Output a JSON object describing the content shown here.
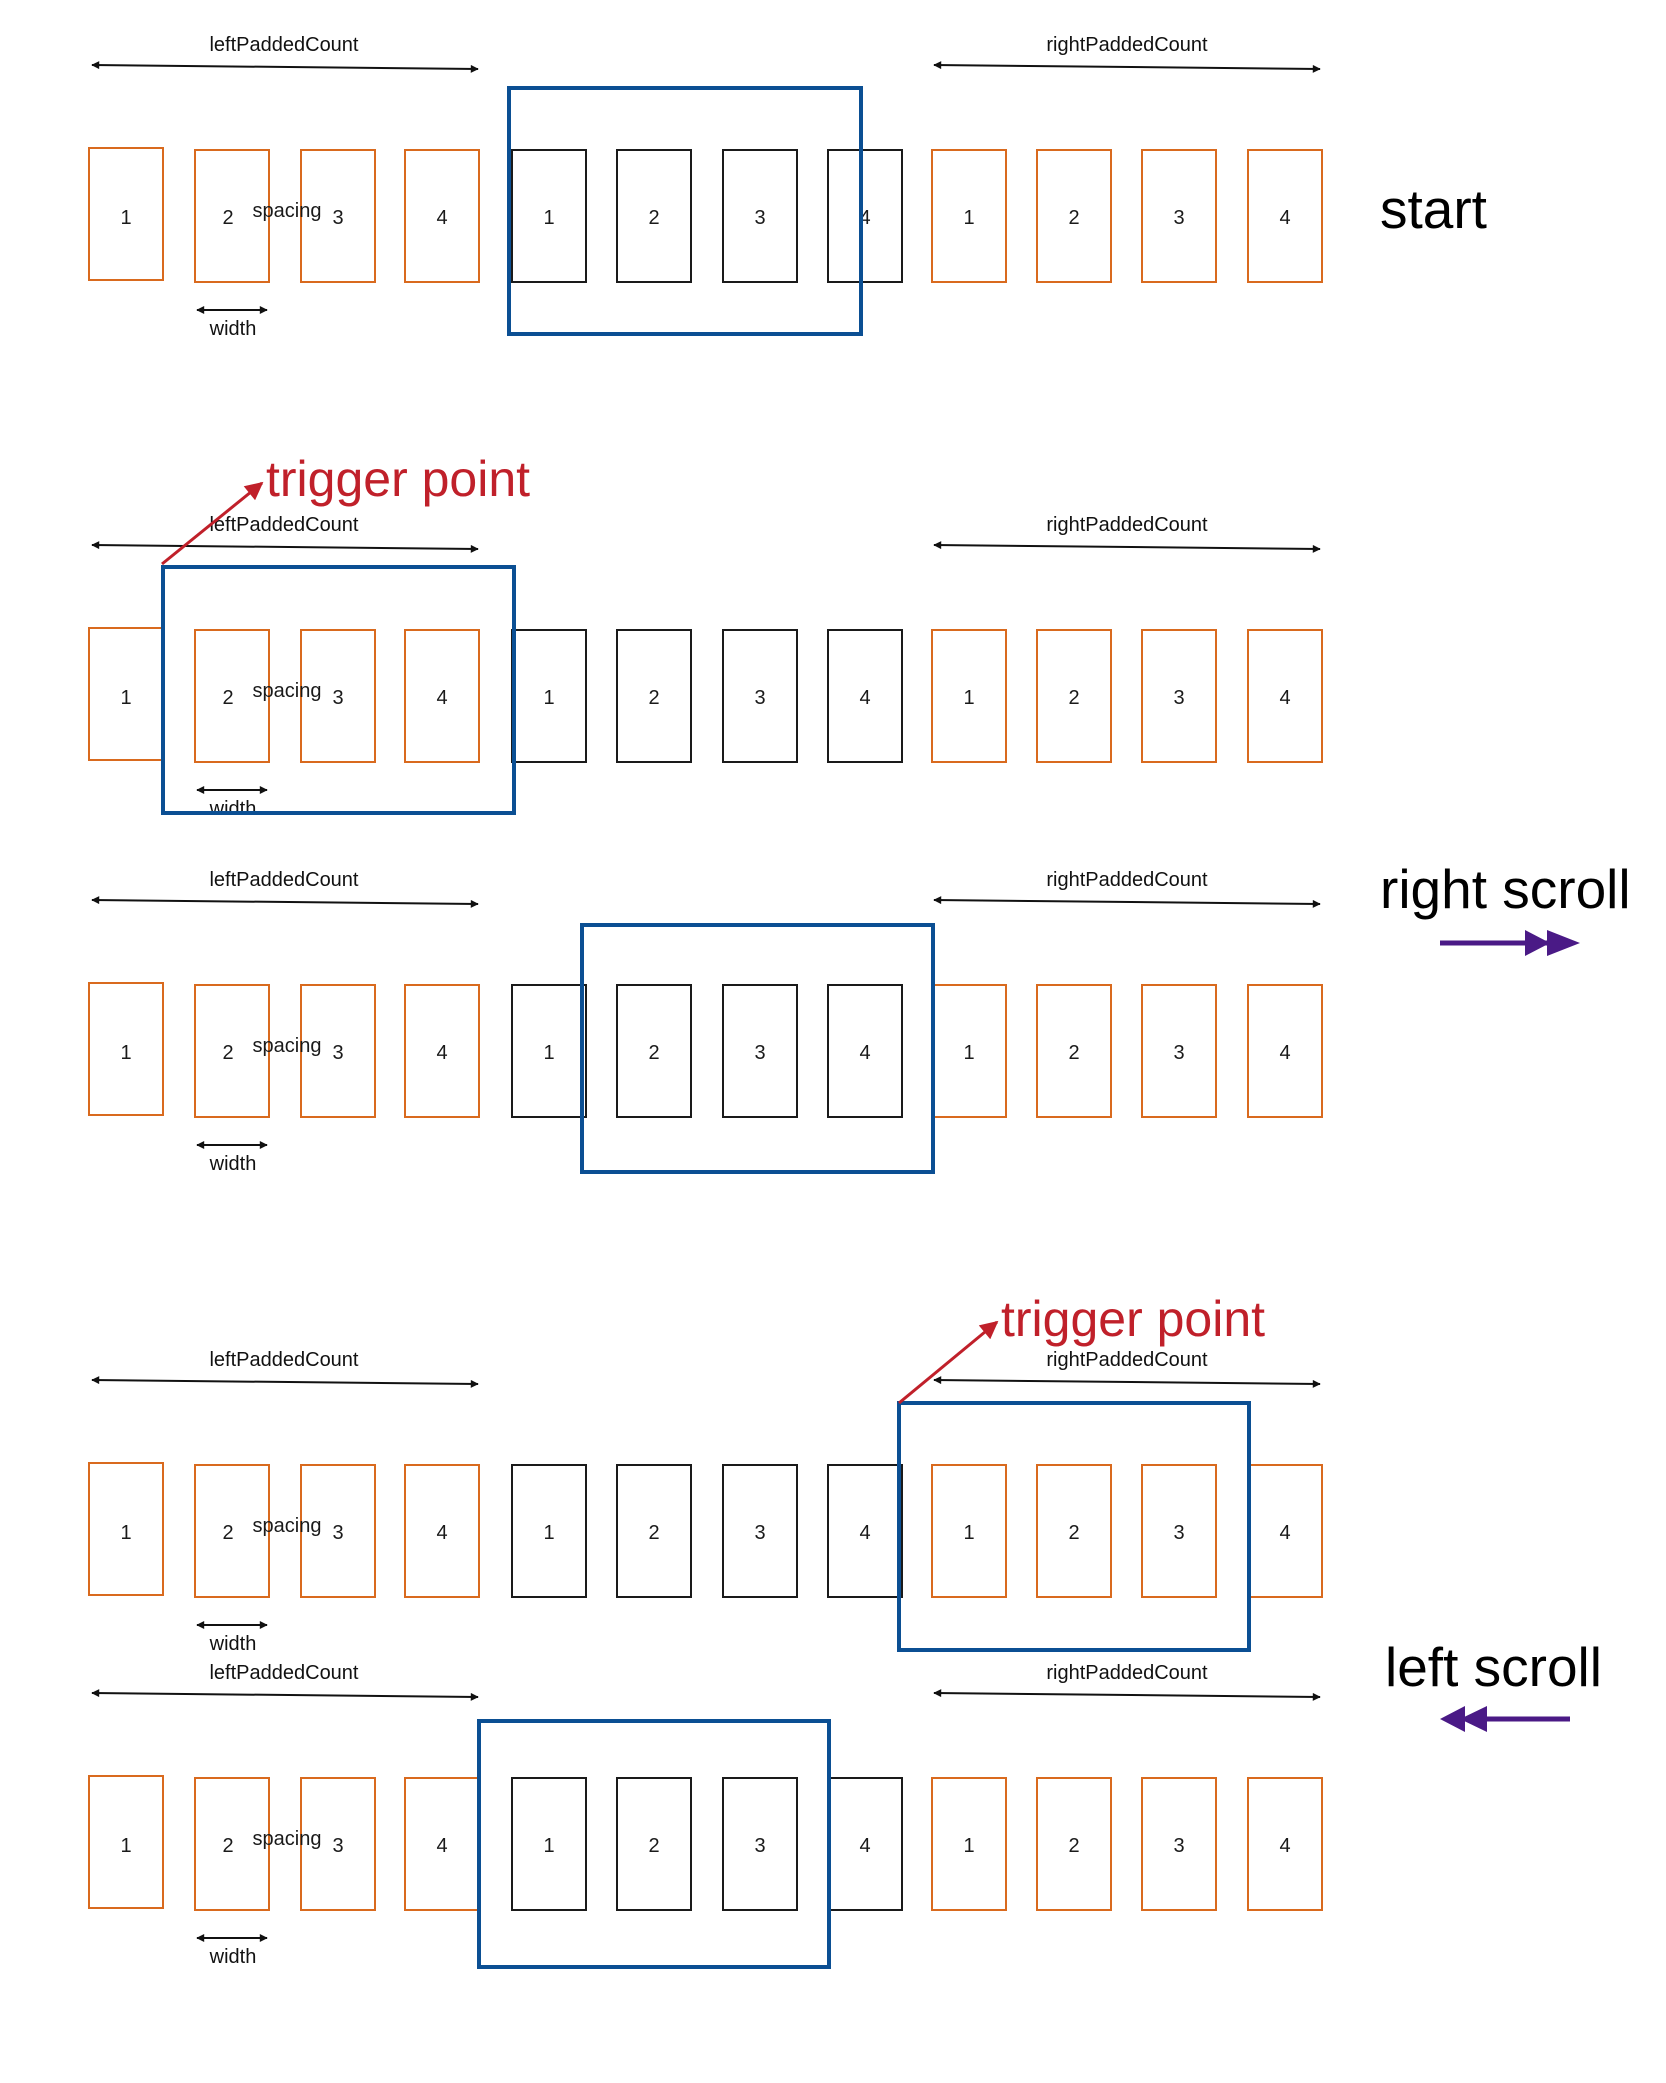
{
  "colors": {
    "padded": "#d96a1e",
    "real": "#1a1a1a",
    "viewport": "#0b4f93",
    "trigger": "#c0202a",
    "scroll_arrow": "#4a1a86",
    "dimension": "#111111"
  },
  "labels": {
    "left_padded": "leftPaddedCount",
    "right_padded": "rightPaddedCount",
    "spacing": "spacing",
    "width": "width"
  },
  "item_numbers": [
    "1",
    "2",
    "3",
    "4"
  ],
  "sections": [
    {
      "side_label": "start",
      "trigger_label": "",
      "scroll_direction": ""
    },
    {
      "side_label": "",
      "trigger_label": "trigger point",
      "scroll_direction": ""
    },
    {
      "side_label": "right scroll",
      "trigger_label": "",
      "scroll_direction": "right"
    },
    {
      "side_label": "",
      "trigger_label": "trigger point",
      "scroll_direction": ""
    },
    {
      "side_label": "left scroll",
      "trigger_label": "",
      "scroll_direction": "left"
    }
  ]
}
